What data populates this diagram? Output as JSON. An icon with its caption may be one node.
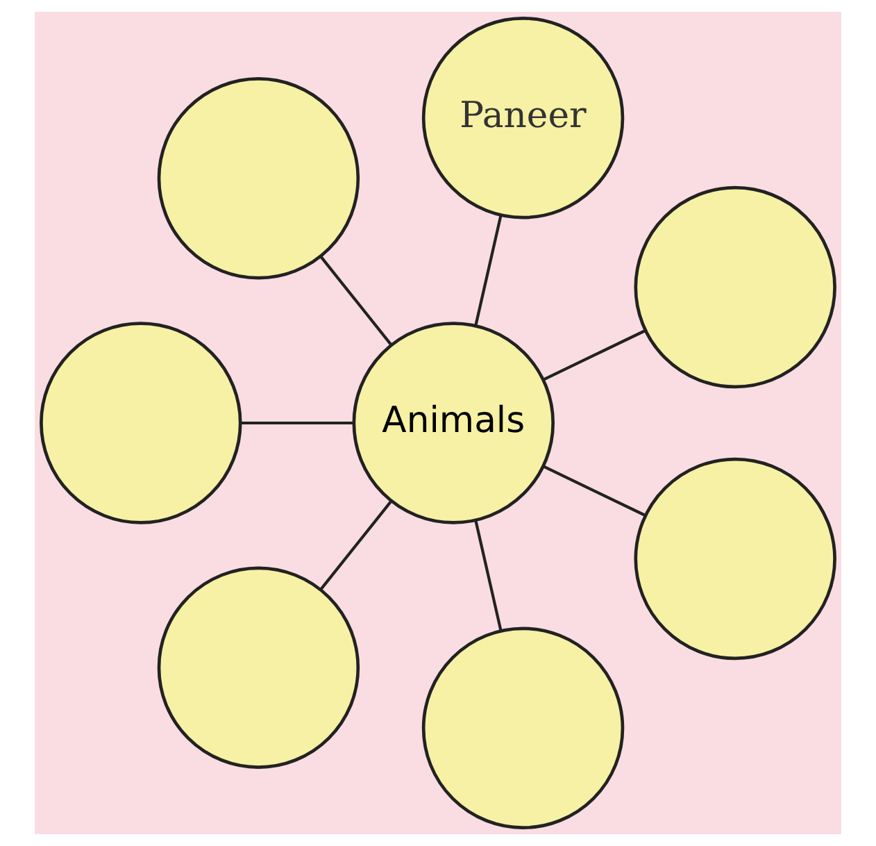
{
  "diagram": {
    "nodes": [
      {
        "text": [
          "Animals"
        ]
      },
      {
        "text": [],
        "shape": "circle"
      },
      {
        "text": [
          "Paneer"
        ]
      },
      {
        "text": [],
        "shape": "circle"
      },
      {
        "text": [],
        "shape": "circle"
      },
      {
        "text": [],
        "shape": "circle"
      },
      {
        "text": [],
        "shape": "circle"
      },
      {
        "text": [],
        "shape": "circle"
      }
    ],
    "edges": [
      {
        "from": 0,
        "to": 1,
        "arrow": "none"
      },
      {
        "from": 0,
        "to": 2,
        "arrow": "none"
      },
      {
        "from": 0,
        "to": 4,
        "arrow": "none"
      },
      {
        "from": 0,
        "to": 6,
        "arrow": "none"
      },
      {
        "from": 0,
        "to": 7,
        "arrow": "none"
      },
      {
        "from": 0,
        "to": 5,
        "arrow": "none"
      },
      {
        "from": 0,
        "to": 3,
        "arrow": "none"
      }
    ]
  }
}
